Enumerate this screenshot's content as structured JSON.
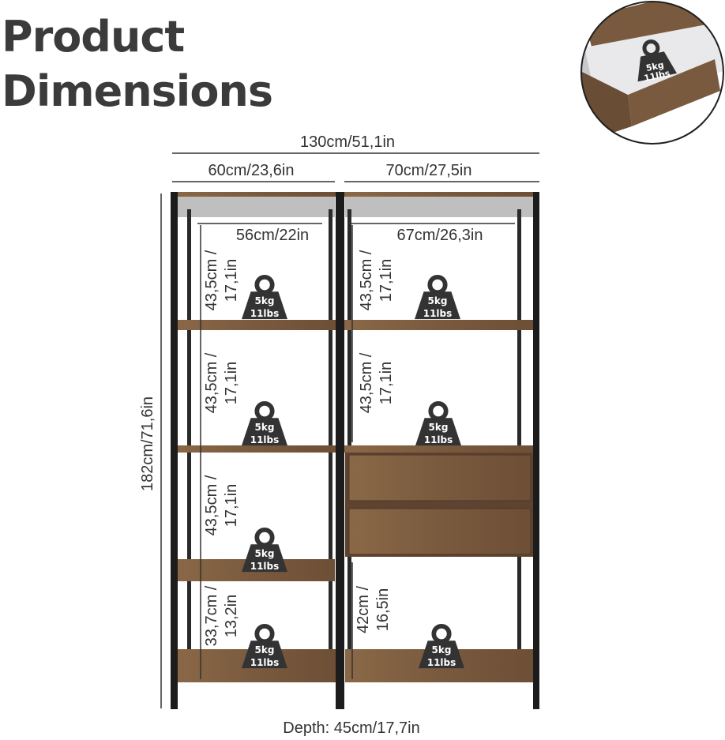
{
  "title": {
    "line1": "Product",
    "line2": "Dimensions"
  },
  "widths": {
    "total": "130cm/51,1in",
    "left": "60cm/23,6in",
    "right": "70cm/27,5in"
  },
  "inner_widths": {
    "left": "56cm/22in",
    "right": "67cm/26,3in"
  },
  "height": "182cm/71,6in",
  "depth": "Depth: 45cm/17,7in",
  "compartments": [
    {
      "line1": "43,5cm /",
      "line2": "17,1in"
    },
    {
      "line1": "43,5cm /",
      "line2": "17,1in"
    },
    {
      "line1": "43,5cm /",
      "line2": "17,1in"
    },
    {
      "line1": "43,5cm /",
      "line2": "17,1in"
    },
    {
      "line1": "43,5cm /",
      "line2": "17,1in"
    },
    {
      "line1": "33,7cm /",
      "line2": "13,2in"
    },
    {
      "line1": "42cm /",
      "line2": "16,5in"
    }
  ],
  "weight": {
    "kg": "5kg",
    "lbs": "11lbs"
  },
  "colors": {
    "wood": "#7a5a3e",
    "wood_dark": "#5e4330",
    "frame": "#1c1c1c",
    "weight_badge": "#333333"
  }
}
